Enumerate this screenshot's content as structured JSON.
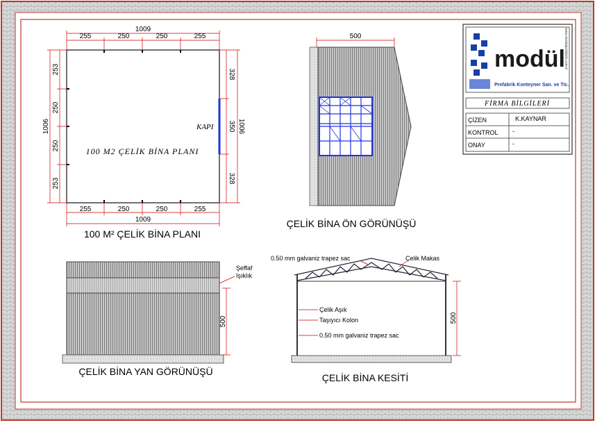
{
  "plan": {
    "title": "100 M² ÇELİK BİNA PLANI",
    "inner_text": "100 M2 ÇELİK BİNA PLANI",
    "door_label": "KAPI",
    "top_total": "1009",
    "top_segments": [
      "255",
      "250",
      "250",
      "255"
    ],
    "bottom_total": "1009",
    "bottom_segments": [
      "255",
      "250",
      "250",
      "255"
    ],
    "left_total": "1006",
    "left_segments": [
      "253",
      "250",
      "250",
      "253"
    ],
    "right_total": "1006",
    "right_segments": [
      "328",
      "350",
      "328"
    ]
  },
  "front_view": {
    "title": "ÇELİK BİNA ÖN GÖRÜNÜŞÜ",
    "width_dim": "500"
  },
  "side_view": {
    "title": "ÇELİK BİNA YAN GÖRÜNÜŞÜ",
    "skylight_label_1": "Şeffaf",
    "skylight_label_2": "Işıklık",
    "height_dim": "500"
  },
  "section": {
    "title": "ÇELİK BİNA KESİTİ",
    "roof_sheet": "0.50 mm galvaniz trapez sac",
    "truss": "Çelik Makas",
    "purlin": "Çelik Aşık",
    "column": "Taşıyıcı Kolon",
    "wall_sheet": "0.50 mm galvaniz trapez sac",
    "height_dim": "500"
  },
  "title_block": {
    "logo_text": "modül",
    "logo_sub": "Prefabrik Konteyner San. ve Tic.",
    "website": "www.modulprefabrik.com.tr",
    "firm_info": "FİRMA BİLGİLERİ",
    "rows": [
      {
        "label": "ÇİZEN",
        "value": "K.KAYNAR"
      },
      {
        "label": "KONTROL",
        "value": "-"
      },
      {
        "label": "ONAY",
        "value": "-"
      }
    ]
  },
  "colors": {
    "border_red": "#c0392b",
    "logo_blue": "#1a3ea8",
    "window_blue": "#2233dd"
  }
}
